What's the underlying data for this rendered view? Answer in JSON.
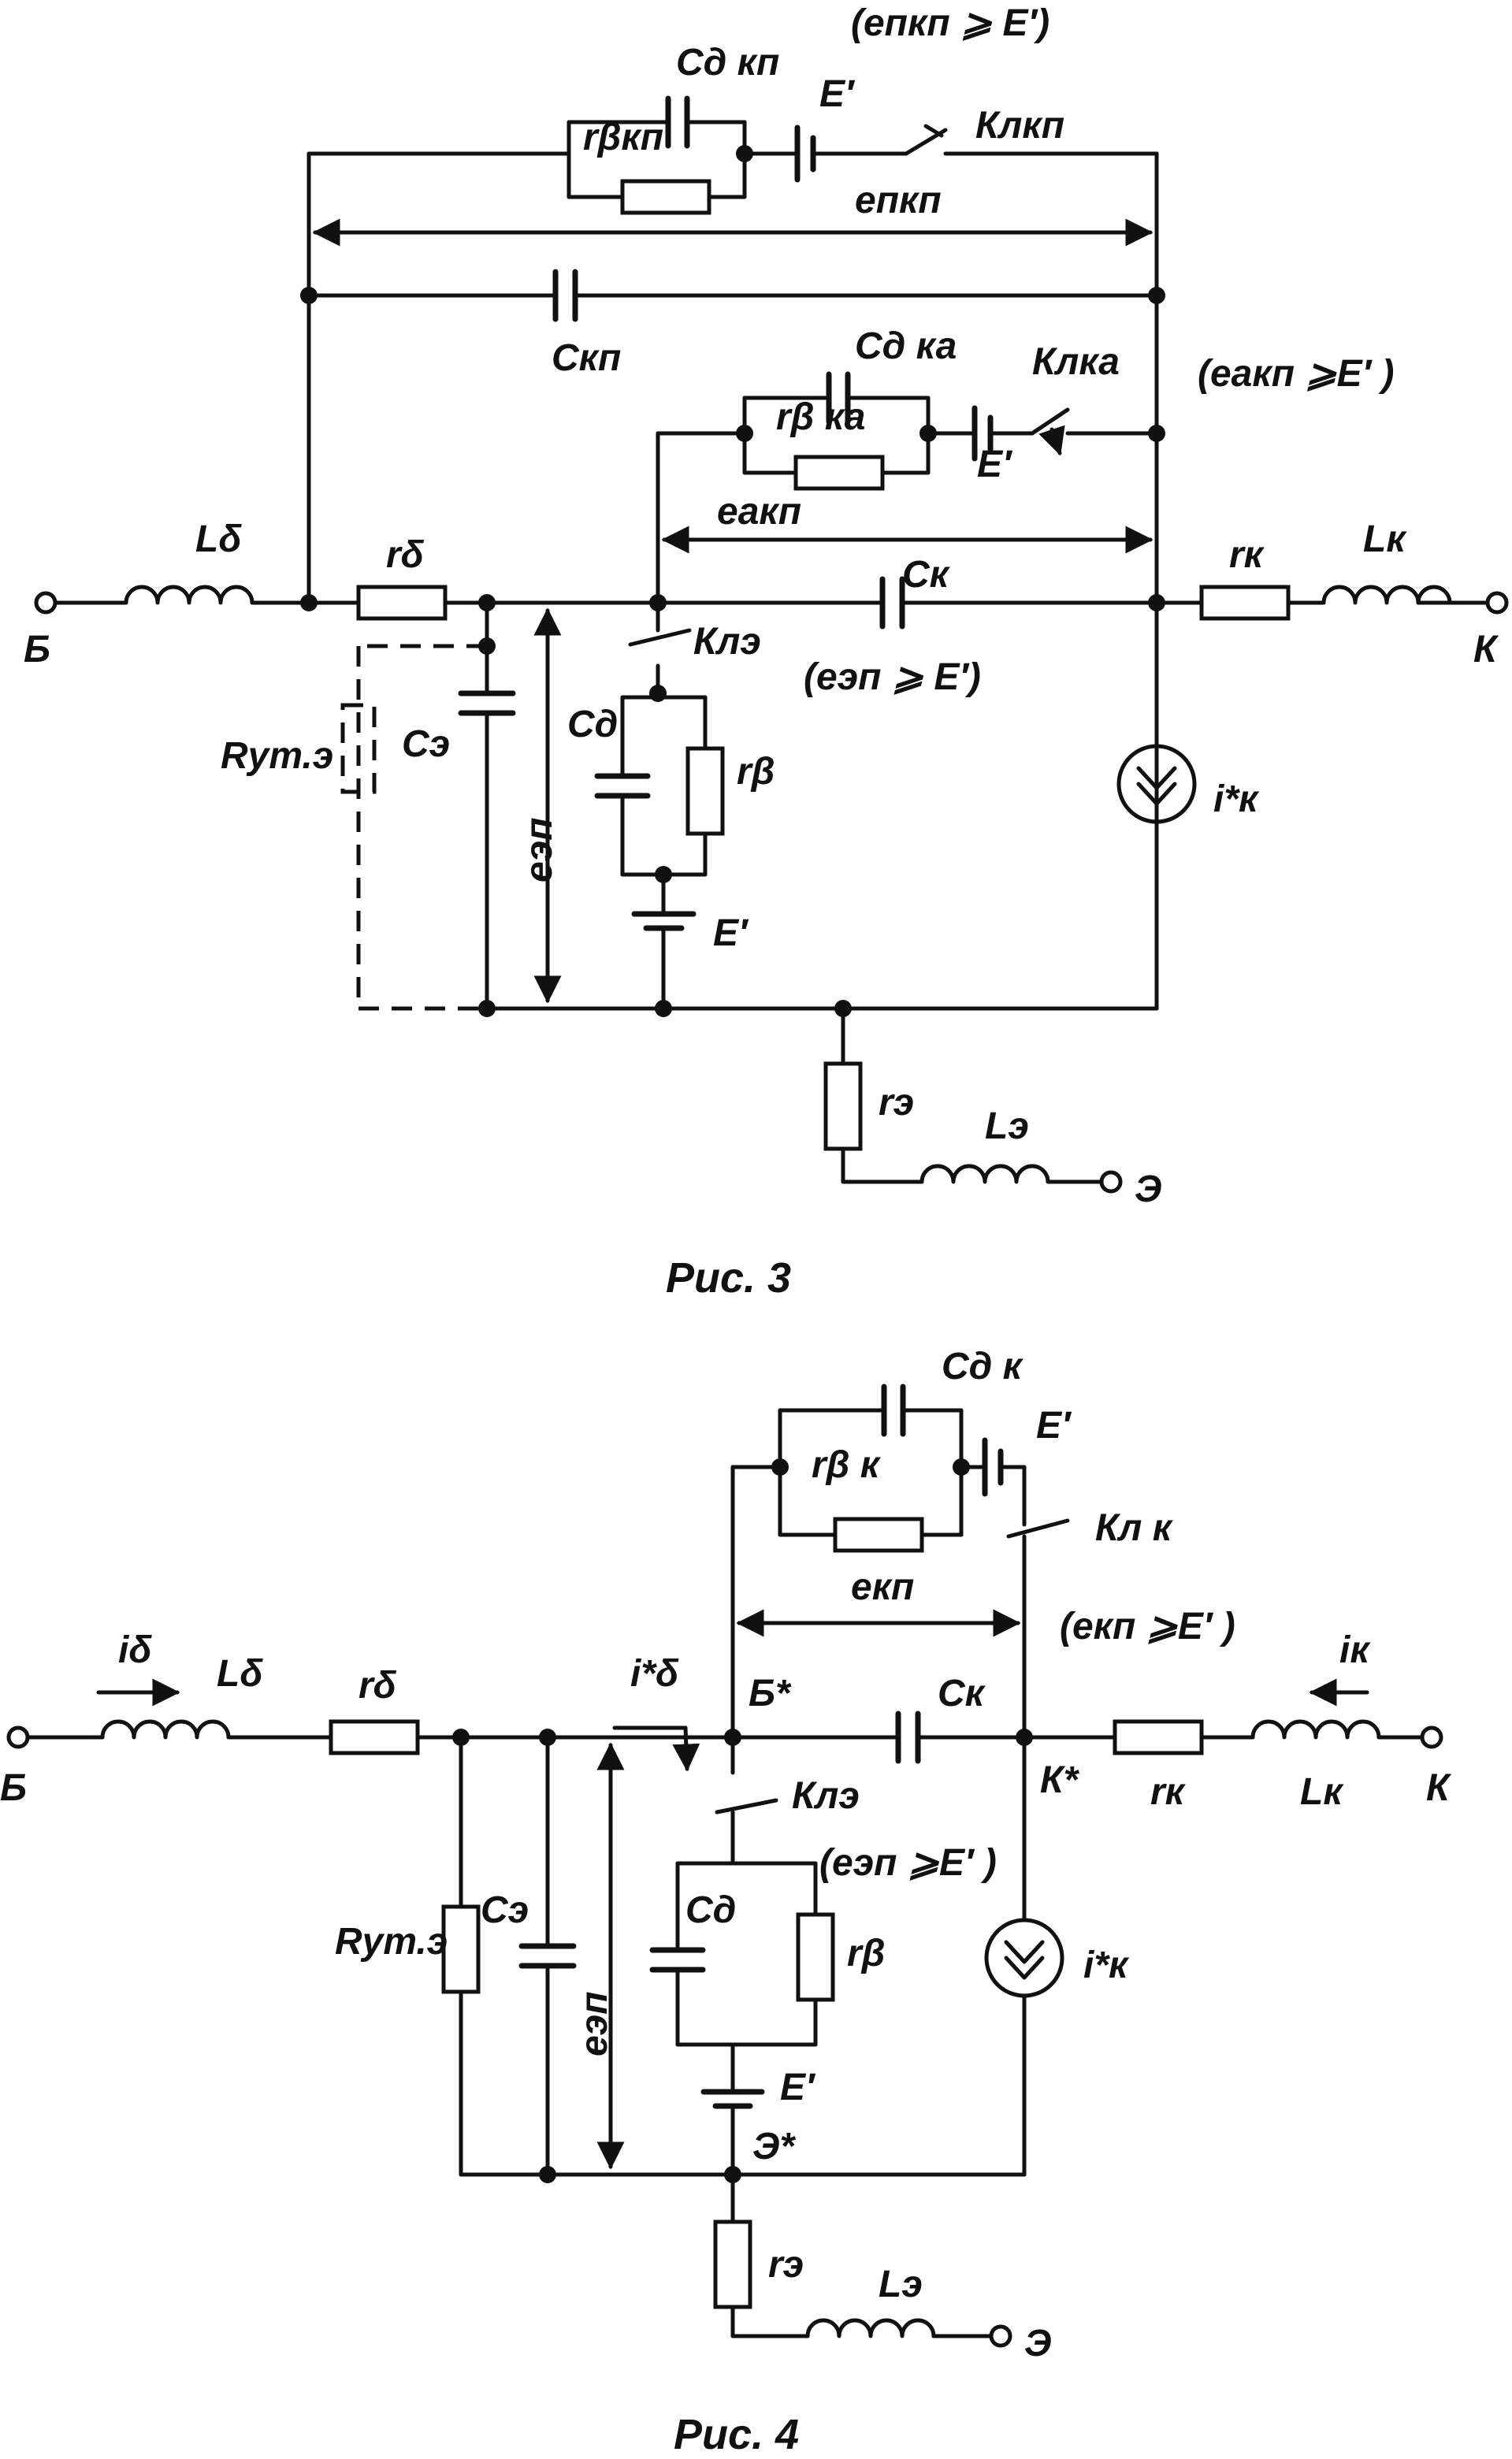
{
  "fig3": {
    "caption": "Рис. 3",
    "cond_kp": "(eпкп ⩾ E′)",
    "cond_ka": "(eакп ⩾E′ )",
    "cond_ep": "(eэп ⩾ E′)",
    "L_b": "Lδ",
    "r_b": "rδ",
    "r_k": "rк",
    "L_k": "Lк",
    "C_kp": "Cкп",
    "C_k": "Cк",
    "C_e": "Cэ",
    "C_d": "Cд",
    "r_beta": "rβ",
    "E": "E′",
    "Kl_e": "Клэ",
    "i_k": "i*к",
    "R_ut": "Rут.э",
    "e_ep": "eэп",
    "r_e": "rэ",
    "L_e": "Lэ",
    "node_B": "Б",
    "node_K": "К",
    "node_E": "Э",
    "top_Cd": "Cд кп",
    "top_rb": "rβкп",
    "top_E": "E′",
    "top_Kl": "Клкп",
    "top_e": "eпкп",
    "mid_Cd": "Cд ка",
    "mid_rb": "rβ ка",
    "mid_E": "E′",
    "mid_Kl": "Клка",
    "mid_e": "eакп"
  },
  "fig4": {
    "caption": "Рис. 4",
    "i_b": "iδ",
    "L_b": "Lδ",
    "r_b": "rδ",
    "i_b_star": "i*δ",
    "B_star": "Б*",
    "C_k": "Cк",
    "K_star": "К*",
    "r_k": "rк",
    "L_k": "Lк",
    "i_k_in": "iк",
    "Cd_k": "Cд к",
    "rb_k": "rβ к",
    "E_top": "E′",
    "Kl_k": "Кл к",
    "e_kp": "eкп",
    "cond_kp": "(eкп ⩾E′ )",
    "Kl_e": "Клэ",
    "cond_ep": "(eэп ⩾E′ )",
    "R_ut": "Rут.э",
    "C_e": "Cэ",
    "e_ep": "eэп",
    "C_d": "Cд",
    "r_beta": "rβ",
    "i_k_star": "i*к",
    "E_low": "E′",
    "E_star": "Э*",
    "r_e": "rэ",
    "L_e": "Lэ",
    "node_B": "Б",
    "node_K": "К",
    "node_E": "Э"
  }
}
